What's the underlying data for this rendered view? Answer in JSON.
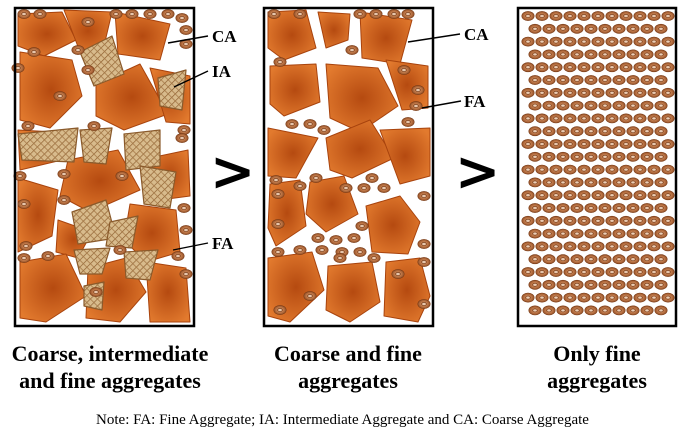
{
  "panels": [
    {
      "caption_lines": [
        "Coarse, intermediate",
        "and fine aggregates"
      ],
      "callouts": [
        "CA",
        "IA",
        "FA"
      ]
    },
    {
      "caption_lines": [
        "Coarse and fine",
        "aggregates"
      ],
      "callouts": [
        "CA",
        "FA"
      ]
    },
    {
      "caption_lines": [
        "Only fine",
        "aggregates"
      ],
      "callouts": []
    }
  ],
  "comparison_symbols": [
    ">",
    ">"
  ],
  "note": "Note: FA: Fine Aggregate; IA: Intermediate Aggregate and CA: Coarse Aggregate",
  "colors": {
    "coarse_aggregate": "#d9661f",
    "coarse_aggregate_dark": "#a8430d",
    "intermediate_aggregate": "#d3b58a",
    "intermediate_hatch": "#8a5a2b",
    "fine_aggregate": "#b5683a",
    "frame": "#000000"
  }
}
